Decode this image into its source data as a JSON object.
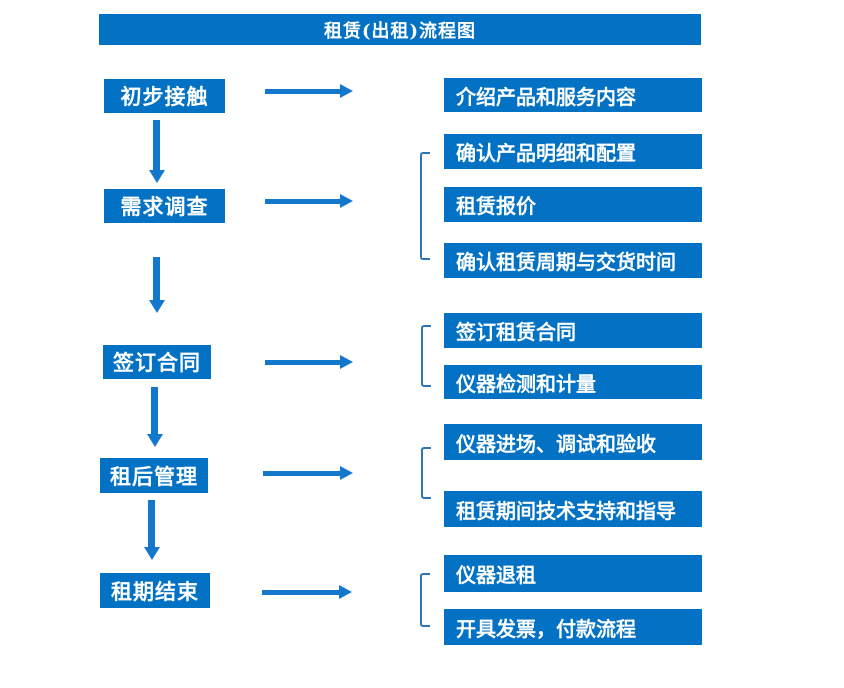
{
  "title": "租赁(出租)流程图",
  "colors": {
    "box_blue": "#0472C4",
    "arrow_blue": "#1377CC",
    "bracket_blue": "#2E75B6",
    "text_white": "#FFFFFF",
    "background": "#FFFFFF"
  },
  "steps": [
    {
      "label": "初步接触",
      "outputs": [
        "介绍产品和服务内容"
      ]
    },
    {
      "label": "需求调查",
      "outputs": [
        "确认产品明细和配置",
        "租赁报价",
        "确认租赁周期与交货时间"
      ]
    },
    {
      "label": "签订合同",
      "outputs": [
        "签订租赁合同",
        "仪器检测和计量"
      ]
    },
    {
      "label": "租后管理",
      "outputs": [
        "仪器进场、调试和验收",
        "租赁期间技术支持和指导"
      ]
    },
    {
      "label": "租期结束",
      "outputs": [
        "仪器退租",
        "开具发票，付款流程"
      ]
    }
  ]
}
